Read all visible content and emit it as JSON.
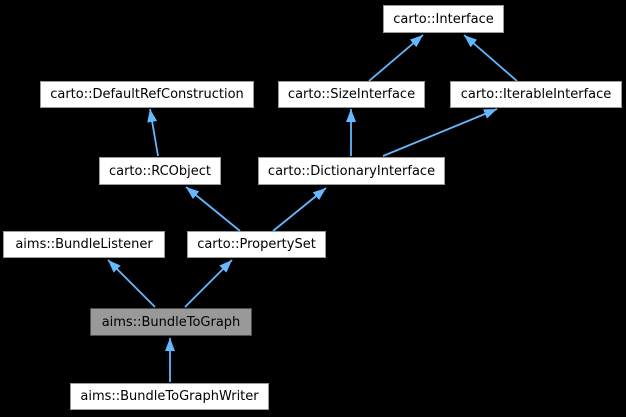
{
  "diagram": {
    "type": "class-inheritance-graph",
    "nodes": [
      {
        "id": "carto-interface",
        "label": "carto::Interface",
        "current": false
      },
      {
        "id": "carto-defaultrefconstruction",
        "label": "carto::DefaultRefConstruction",
        "current": false
      },
      {
        "id": "carto-sizeinterface",
        "label": "carto::SizeInterface",
        "current": false
      },
      {
        "id": "carto-iterableinterface",
        "label": "carto::IterableInterface",
        "current": false
      },
      {
        "id": "carto-rcobject",
        "label": "carto::RCObject",
        "current": false
      },
      {
        "id": "carto-dictionaryinterface",
        "label": "carto::DictionaryInterface",
        "current": false
      },
      {
        "id": "aims-bundlelistener",
        "label": "aims::BundleListener",
        "current": false
      },
      {
        "id": "carto-propertyset",
        "label": "carto::PropertySet",
        "current": false
      },
      {
        "id": "aims-bundletograph",
        "label": "aims::BundleToGraph",
        "current": true
      },
      {
        "id": "aims-bundletographwriter",
        "label": "aims::BundleToGraphWriter",
        "current": false
      }
    ],
    "edges": [
      {
        "from": "carto::SizeInterface",
        "to": "carto::Interface"
      },
      {
        "from": "carto::IterableInterface",
        "to": "carto::Interface"
      },
      {
        "from": "carto::RCObject",
        "to": "carto::DefaultRefConstruction"
      },
      {
        "from": "carto::DictionaryInterface",
        "to": "carto::SizeInterface"
      },
      {
        "from": "carto::DictionaryInterface",
        "to": "carto::IterableInterface"
      },
      {
        "from": "carto::PropertySet",
        "to": "carto::RCObject"
      },
      {
        "from": "carto::PropertySet",
        "to": "carto::DictionaryInterface"
      },
      {
        "from": "aims::BundleToGraph",
        "to": "aims::BundleListener"
      },
      {
        "from": "aims::BundleToGraph",
        "to": "carto::PropertySet"
      },
      {
        "from": "aims::BundleToGraphWriter",
        "to": "aims::BundleToGraph"
      }
    ]
  },
  "colors": {
    "edge": "#63b8ff",
    "node-fill": "#ffffff",
    "node-border": "#9a9a9a",
    "current-fill": "#999999",
    "current-border": "#4d4d4d",
    "text": "#000000",
    "background": "#000000"
  }
}
